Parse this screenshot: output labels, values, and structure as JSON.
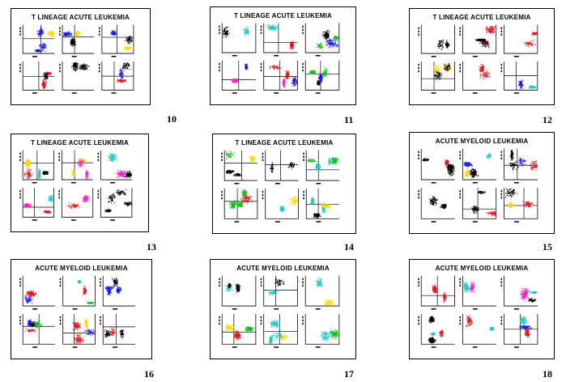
{
  "slides": [
    {
      "title": "T LINEAGE ACUTE LEUKEMIA",
      "number": "10",
      "seed": 10,
      "palette": [
        "#000000",
        "#ffd800",
        "#1a1aff",
        "#e8141e"
      ]
    },
    {
      "title": "T LINEAGE ACUTE LEUKEMIA",
      "number": "11",
      "seed": 11,
      "palette": [
        "#000000",
        "#21c8c8",
        "#11c21d",
        "#ff22c8",
        "#1a1aff",
        "#e8141e"
      ]
    },
    {
      "title": "T LINEAGE ACUTE LEUKEMIA",
      "number": "12",
      "seed": 12,
      "palette": [
        "#000000",
        "#21c8c8",
        "#ffd800",
        "#1a1aff",
        "#e8141e"
      ]
    },
    {
      "title": "T LINEAGE ACUTE LEUKEMIA",
      "number": "13",
      "seed": 13,
      "palette": [
        "#000000",
        "#ffd800",
        "#ff22c8",
        "#21c8c8",
        "#e8141e"
      ]
    },
    {
      "title": "T LINEAGE ACUTE LEUKEMIA",
      "number": "14",
      "seed": 14,
      "palette": [
        "#000000",
        "#21c8c8",
        "#11c21d",
        "#ffd800",
        "#e8141e"
      ]
    },
    {
      "title": "ACUTE MYELOID LEUKEMIA",
      "number": "15",
      "seed": 15,
      "palette": [
        "#000000",
        "#e8141e",
        "#1a1aff",
        "#ffd800",
        "#21c8c8"
      ]
    },
    {
      "title": "ACUTE MYELOID LEUKEMIA",
      "number": "16",
      "seed": 16,
      "palette": [
        "#000000",
        "#e8141e",
        "#ffd800",
        "#11c21d",
        "#21c8c8",
        "#1a1aff"
      ]
    },
    {
      "title": "ACUTE MYELOID LEUKEMIA",
      "number": "17",
      "seed": 17,
      "palette": [
        "#000000",
        "#e8141e",
        "#11c21d",
        "#ffd800",
        "#21c8c8"
      ]
    },
    {
      "title": "ACUTE MYELOID LEUKEMIA",
      "number": "18",
      "seed": 18,
      "palette": [
        "#000000",
        "#1a1aff",
        "#21c8c8",
        "#ff22c8",
        "#e8141e"
      ]
    }
  ]
}
